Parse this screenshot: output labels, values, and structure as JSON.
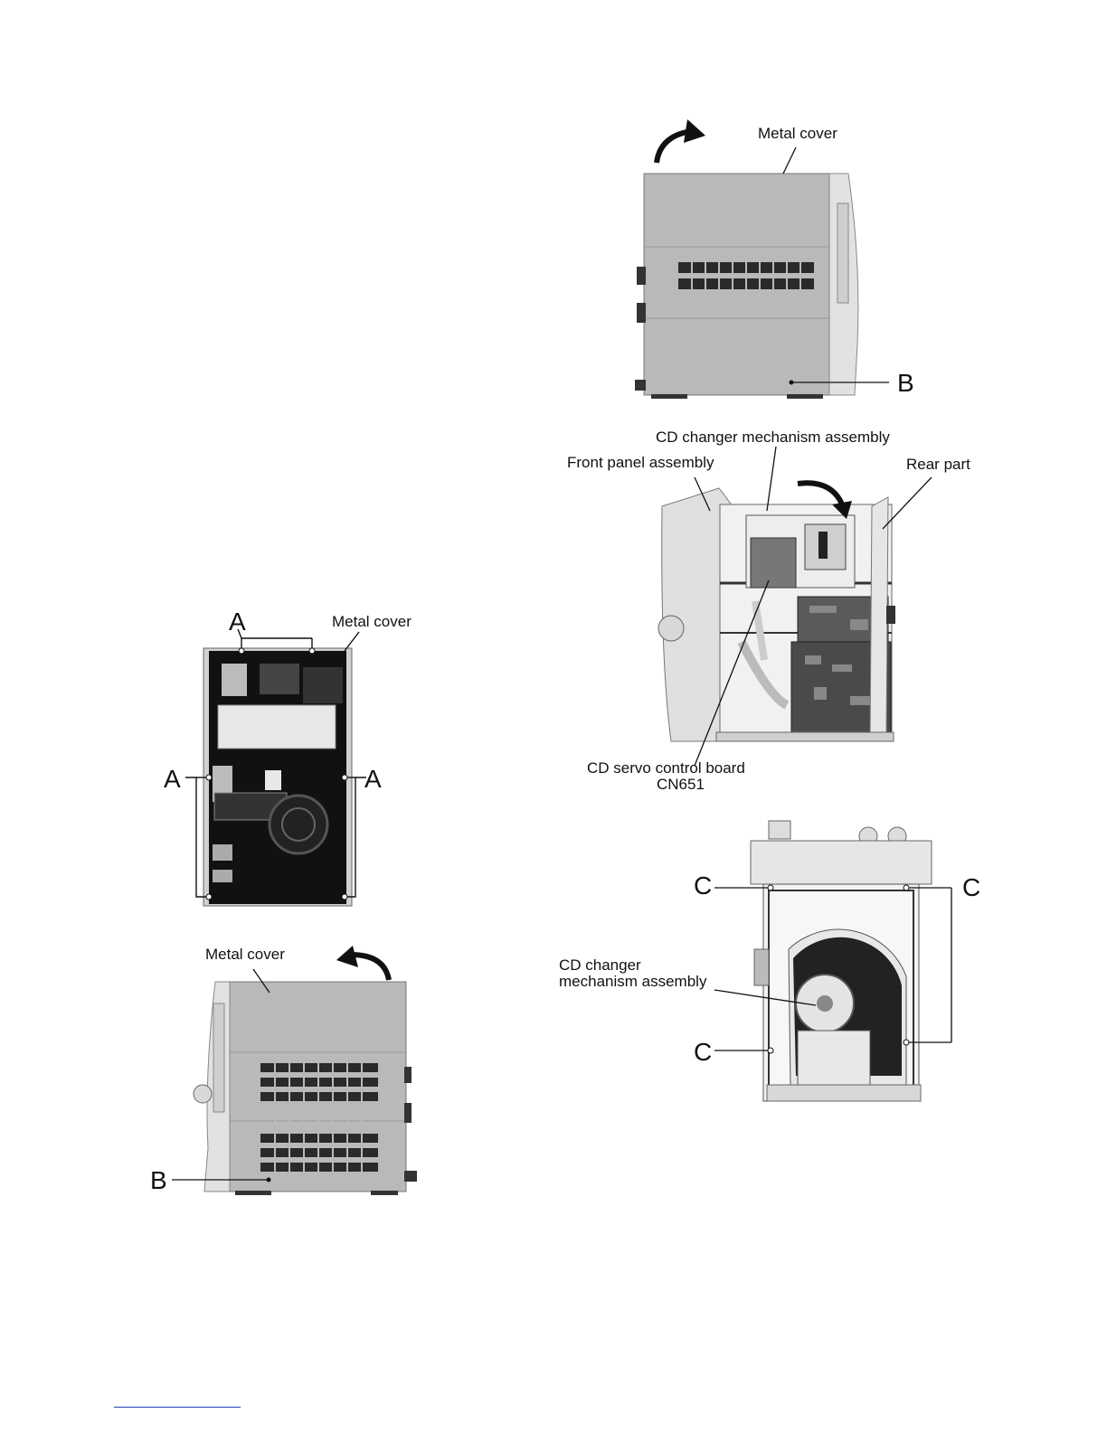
{
  "figure_rear": {
    "label_a_top": "A",
    "label_a_left": "A",
    "label_a_right": "A",
    "label_metal_cover": "Metal cover"
  },
  "figure_side_left": {
    "label_metal_cover": "Metal cover",
    "label_b": "B"
  },
  "figure_side_right": {
    "label_metal_cover": "Metal cover",
    "label_b": "B"
  },
  "figure_open": {
    "label_cd_changer": "CD changer mechanism assembly",
    "label_front_panel": "Front panel assembly",
    "label_rear_part": "Rear part",
    "label_cd_servo_line1": "CD servo control board",
    "label_cd_servo_line2": "CN651"
  },
  "figure_top": {
    "label_c_top_left": "C",
    "label_c_top_right": "C",
    "label_c_bottom_left": "C",
    "label_cd_changer_line1": "CD changer",
    "label_cd_changer_line2": "mechanism assembly"
  },
  "colors": {
    "metal": "#b4b4b4",
    "panel": "#e4e4e4",
    "dark": "#111111",
    "footer_link": "#1e3fb4"
  }
}
